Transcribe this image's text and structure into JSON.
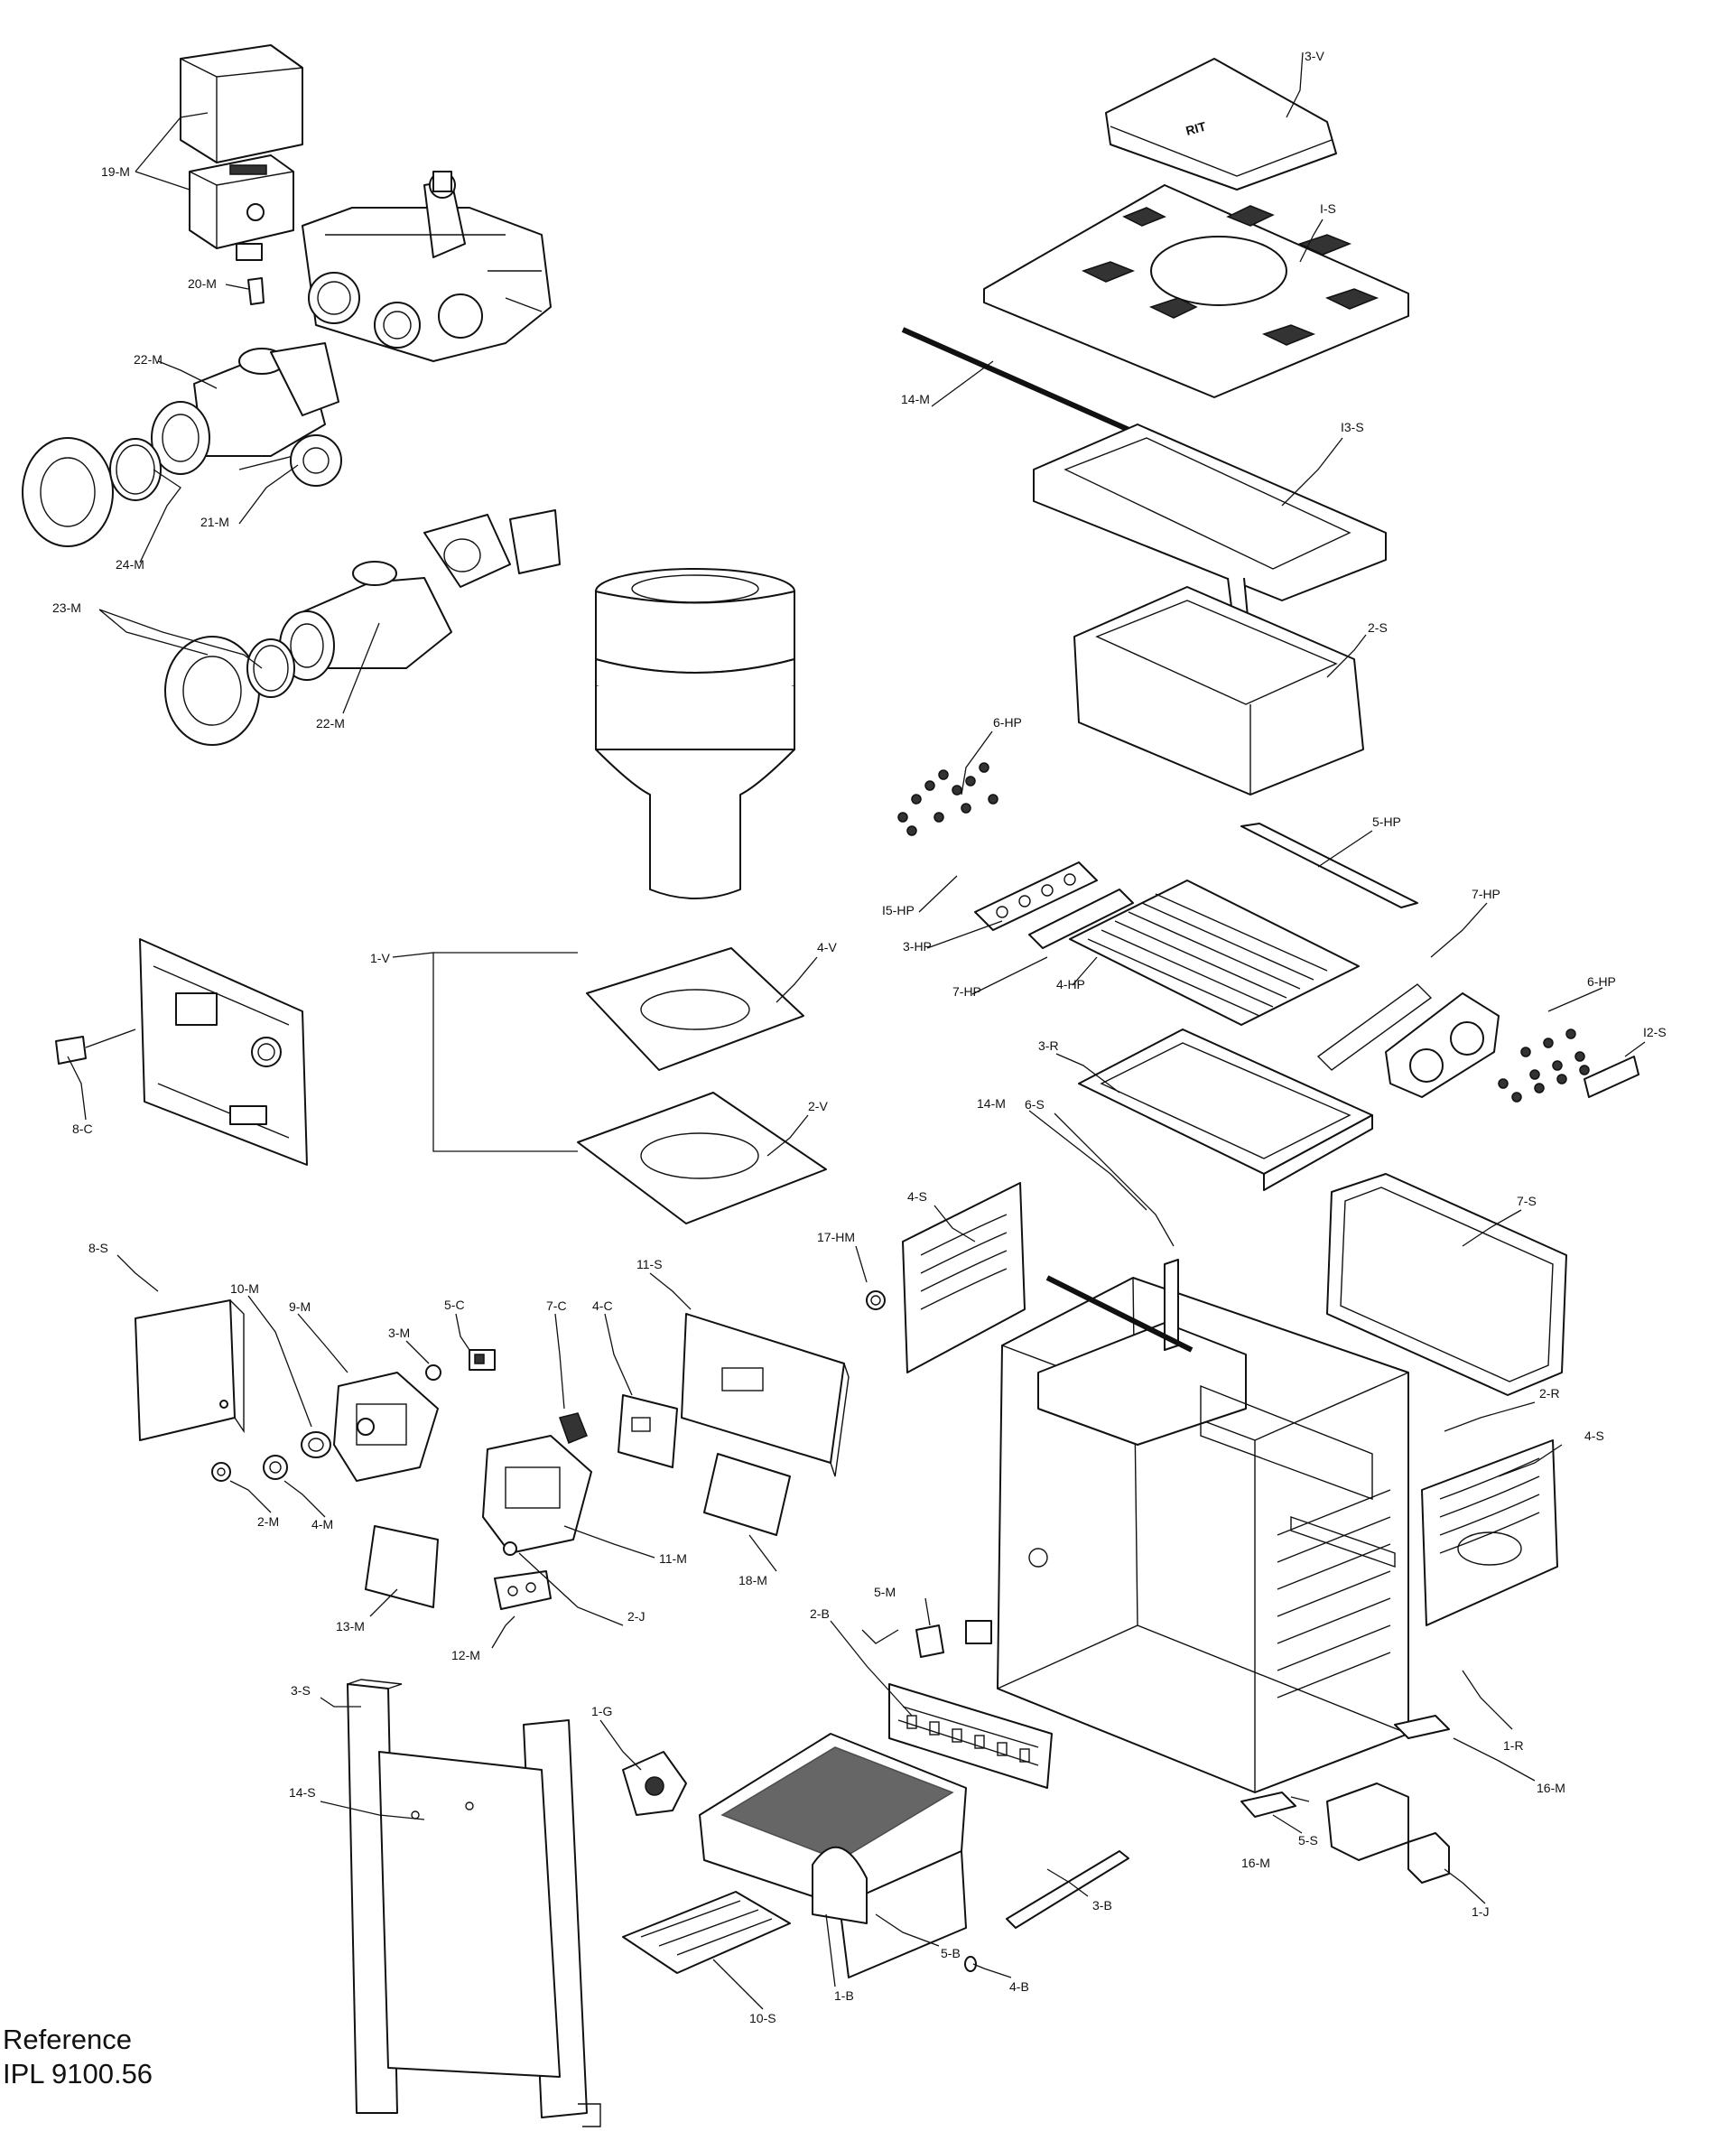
{
  "reference": {
    "line1": "Reference",
    "line2": "IPL 9100.56"
  },
  "callouts": [
    {
      "key": "3-V",
      "text": "3-V"
    },
    {
      "key": "1-S",
      "text": "I-S"
    },
    {
      "key": "14-M-top",
      "text": "14-M"
    },
    {
      "key": "13-S",
      "text": "I3-S"
    },
    {
      "key": "2-S",
      "text": "2-S"
    },
    {
      "key": "6-HP-top",
      "text": "6-HP"
    },
    {
      "key": "5-HP",
      "text": "5-HP"
    },
    {
      "key": "15-HP",
      "text": "I5-HP"
    },
    {
      "key": "7-HP-right",
      "text": "7-HP"
    },
    {
      "key": "3-HP",
      "text": "3-HP"
    },
    {
      "key": "7-HP-left",
      "text": "7-HP"
    },
    {
      "key": "4-HP",
      "text": "4-HP"
    },
    {
      "key": "6-HP-right",
      "text": "6-HP"
    },
    {
      "key": "12-S",
      "text": "I2-S"
    },
    {
      "key": "3-R",
      "text": "3-R"
    },
    {
      "key": "14-M-mid",
      "text": "14-M"
    },
    {
      "key": "6-S",
      "text": "6-S"
    },
    {
      "key": "4-S-left",
      "text": "4-S"
    },
    {
      "key": "17-HM",
      "text": "17-HM"
    },
    {
      "key": "7-S",
      "text": "7-S"
    },
    {
      "key": "2-R",
      "text": "2-R"
    },
    {
      "key": "4-S-right",
      "text": "4-S"
    },
    {
      "key": "1-R",
      "text": "1-R"
    },
    {
      "key": "16-M-right",
      "text": "16-M"
    },
    {
      "key": "5-S",
      "text": "5-S"
    },
    {
      "key": "16-M-left",
      "text": "16-M"
    },
    {
      "key": "1-J",
      "text": "1-J"
    },
    {
      "key": "19-M",
      "text": "19-M"
    },
    {
      "key": "20-M",
      "text": "20-M"
    },
    {
      "key": "22-M-top",
      "text": "22-M"
    },
    {
      "key": "21-M",
      "text": "21-M"
    },
    {
      "key": "24-M",
      "text": "24-M"
    },
    {
      "key": "23-M",
      "text": "23-M"
    },
    {
      "key": "22-M-bottom",
      "text": "22-M"
    },
    {
      "key": "1-V",
      "text": "1-V"
    },
    {
      "key": "4-V",
      "text": "4-V"
    },
    {
      "key": "2-V",
      "text": "2-V"
    },
    {
      "key": "8-C",
      "text": "8-C"
    },
    {
      "key": "8-S",
      "text": "8-S"
    },
    {
      "key": "10-M",
      "text": "10-M"
    },
    {
      "key": "9-M",
      "text": "9-M"
    },
    {
      "key": "3-M",
      "text": "3-M"
    },
    {
      "key": "5-C",
      "text": "5-C"
    },
    {
      "key": "7-C",
      "text": "7-C"
    },
    {
      "key": "4-C",
      "text": "4-C"
    },
    {
      "key": "11-S",
      "text": "11-S"
    },
    {
      "key": "2-M",
      "text": "2-M"
    },
    {
      "key": "4-M",
      "text": "4-M"
    },
    {
      "key": "11-M",
      "text": "11-M"
    },
    {
      "key": "18-M",
      "text": "18-M"
    },
    {
      "key": "13-M",
      "text": "13-M"
    },
    {
      "key": "2-J",
      "text": "2-J"
    },
    {
      "key": "12-M",
      "text": "12-M"
    },
    {
      "key": "5-M",
      "text": "5-M"
    },
    {
      "key": "2-B",
      "text": "2-B"
    },
    {
      "key": "3-S",
      "text": "3-S"
    },
    {
      "key": "1-G",
      "text": "1-G"
    },
    {
      "key": "14-S",
      "text": "14-S"
    },
    {
      "key": "3-B",
      "text": "3-B"
    },
    {
      "key": "5-B",
      "text": "5-B"
    },
    {
      "key": "4-B",
      "text": "4-B"
    },
    {
      "key": "1-B",
      "text": "1-B"
    },
    {
      "key": "10-S",
      "text": "10-S"
    }
  ],
  "cover_badge": "RIT"
}
